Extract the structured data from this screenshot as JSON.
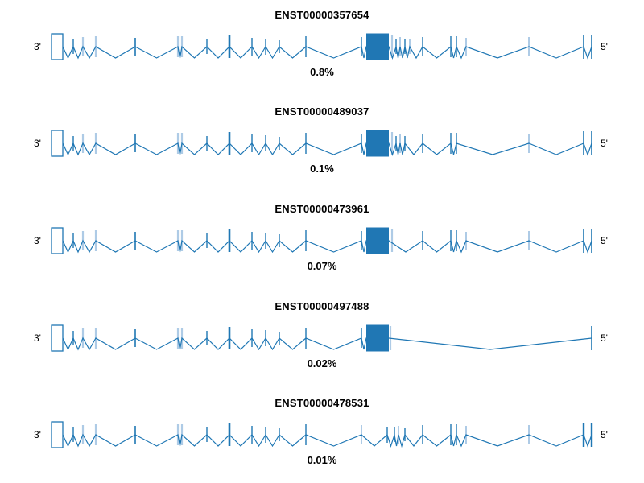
{
  "figure": {
    "background": "#ffffff"
  },
  "chart_data": {
    "type": "transcript-structure",
    "description": "Five gene transcript isoform diagrams drawn 3' to 5'; exons are vertical boxes/ticks joined by chevron (valley) intron lines; one large filled exon box; usage percentage under each isoform.",
    "gene_orientation": {
      "left": "3'",
      "right": "5'"
    },
    "colors": {
      "line": "#1f77b4",
      "exon_dark": "#1f77b4",
      "exon_fill": "#2077b4",
      "exon_light": "#aecbe6",
      "open_box_fill": "#ffffff",
      "text": "#000000"
    },
    "layout": {
      "row_centers": [
        58,
        178,
        299,
        420,
        540
      ],
      "diagram_x_range": [
        64,
        740
      ],
      "valley_depth": 14,
      "line_width": 1.2,
      "legend_note": "exon tuple = [center_x, width, height, style, anchor]"
    },
    "transcripts": [
      {
        "id": "ENST00000357654",
        "percent": "0.8%",
        "exons": [
          [
            71,
            14,
            32,
            "open",
            1
          ],
          [
            91,
            1.4,
            18,
            "dark",
            1
          ],
          [
            103,
            2.2,
            24,
            "light",
            1
          ],
          [
            119,
            2.2,
            26,
            "light",
            1
          ],
          [
            168,
            1.6,
            22,
            "dark",
            1
          ],
          [
            221,
            2.2,
            26,
            "light",
            1
          ],
          [
            226,
            2.2,
            26,
            "light",
            1
          ],
          [
            257,
            1.4,
            18,
            "dark",
            1
          ],
          [
            285,
            2.6,
            28,
            "dark",
            1
          ],
          [
            313,
            1.4,
            22,
            "dark",
            1
          ],
          [
            330,
            1.4,
            20,
            "dark",
            1
          ],
          [
            347,
            1.4,
            16,
            "dark",
            1
          ],
          [
            380,
            1.4,
            26,
            "dark",
            1
          ],
          [
            449,
            1.4,
            24,
            "dark",
            1
          ],
          [
            469,
            28,
            33,
            "fill",
            1
          ],
          [
            487,
            2.2,
            28,
            "light",
            0
          ],
          [
            492,
            1.4,
            18,
            "dark",
            1
          ],
          [
            497,
            2,
            24,
            "light",
            1
          ],
          [
            503,
            1.4,
            18,
            "dark",
            1
          ],
          [
            509,
            2,
            18,
            "light",
            1
          ],
          [
            525,
            1.4,
            24,
            "dark",
            1
          ],
          [
            560,
            1.4,
            26,
            "dark",
            1
          ],
          [
            567,
            1.4,
            26,
            "dark",
            1
          ],
          [
            579,
            2,
            22,
            "light",
            1
          ],
          [
            657,
            2,
            24,
            "light",
            1
          ],
          [
            725,
            1.6,
            30,
            "dark",
            1
          ],
          [
            735,
            1.6,
            30,
            "dark",
            1
          ]
        ]
      },
      {
        "id": "ENST00000489037",
        "percent": "0.1%",
        "exons": [
          [
            71,
            14,
            32,
            "open",
            1
          ],
          [
            91,
            1.4,
            18,
            "dark",
            1
          ],
          [
            103,
            2.2,
            24,
            "light",
            1
          ],
          [
            119,
            2.2,
            26,
            "light",
            1
          ],
          [
            168,
            1.6,
            22,
            "dark",
            1
          ],
          [
            221,
            2.2,
            26,
            "light",
            1
          ],
          [
            226,
            2.2,
            26,
            "light",
            1
          ],
          [
            257,
            1.4,
            18,
            "dark",
            1
          ],
          [
            285,
            2.6,
            28,
            "dark",
            1
          ],
          [
            313,
            1.4,
            22,
            "dark",
            1
          ],
          [
            330,
            1.4,
            20,
            "dark",
            1
          ],
          [
            347,
            1.4,
            16,
            "dark",
            1
          ],
          [
            380,
            1.4,
            26,
            "dark",
            1
          ],
          [
            449,
            1.4,
            24,
            "dark",
            1
          ],
          [
            469,
            28,
            33,
            "fill",
            1
          ],
          [
            487,
            2.2,
            28,
            "light",
            0
          ],
          [
            492,
            1.4,
            18,
            "dark",
            1
          ],
          [
            497,
            2,
            24,
            "light",
            1
          ],
          [
            503,
            1.4,
            18,
            "dark",
            1
          ],
          [
            525,
            1.4,
            24,
            "dark",
            1
          ],
          [
            560,
            1.4,
            26,
            "dark",
            1
          ],
          [
            567,
            1.4,
            26,
            "dark",
            1
          ],
          [
            657,
            2,
            24,
            "light",
            1
          ],
          [
            725,
            1.6,
            30,
            "dark",
            1
          ],
          [
            735,
            1.6,
            30,
            "dark",
            1
          ]
        ]
      },
      {
        "id": "ENST00000473961",
        "percent": "0.07%",
        "exons": [
          [
            71,
            14,
            32,
            "open",
            1
          ],
          [
            91,
            1.4,
            18,
            "dark",
            1
          ],
          [
            103,
            2.2,
            24,
            "light",
            1
          ],
          [
            119,
            2.2,
            26,
            "light",
            1
          ],
          [
            168,
            1.6,
            22,
            "dark",
            1
          ],
          [
            221,
            2.2,
            26,
            "light",
            1
          ],
          [
            226,
            2.2,
            26,
            "light",
            1
          ],
          [
            257,
            1.4,
            18,
            "dark",
            1
          ],
          [
            285,
            2.6,
            28,
            "dark",
            1
          ],
          [
            313,
            1.4,
            22,
            "dark",
            1
          ],
          [
            330,
            1.4,
            20,
            "dark",
            1
          ],
          [
            347,
            1.4,
            16,
            "dark",
            1
          ],
          [
            380,
            1.4,
            26,
            "dark",
            1
          ],
          [
            449,
            1.4,
            24,
            "dark",
            1
          ],
          [
            469,
            28,
            33,
            "fill",
            1
          ],
          [
            487,
            2.2,
            28,
            "light",
            0
          ],
          [
            525,
            1.4,
            24,
            "dark",
            1
          ],
          [
            560,
            1.4,
            26,
            "dark",
            1
          ],
          [
            567,
            1.4,
            26,
            "dark",
            1
          ],
          [
            579,
            2,
            22,
            "light",
            1
          ],
          [
            657,
            2,
            24,
            "light",
            1
          ],
          [
            725,
            1.6,
            30,
            "dark",
            1
          ],
          [
            735,
            1.6,
            30,
            "dark",
            1
          ]
        ]
      },
      {
        "id": "ENST00000497488",
        "percent": "0.02%",
        "exons": [
          [
            71,
            14,
            32,
            "open",
            1
          ],
          [
            91,
            1.4,
            18,
            "dark",
            1
          ],
          [
            103,
            2.2,
            24,
            "light",
            1
          ],
          [
            119,
            2.2,
            26,
            "light",
            1
          ],
          [
            168,
            1.6,
            22,
            "dark",
            1
          ],
          [
            221,
            2.2,
            26,
            "light",
            1
          ],
          [
            226,
            2.2,
            26,
            "light",
            1
          ],
          [
            257,
            1.4,
            18,
            "dark",
            1
          ],
          [
            285,
            2.6,
            28,
            "dark",
            1
          ],
          [
            313,
            1.4,
            22,
            "dark",
            1
          ],
          [
            330,
            1.4,
            20,
            "dark",
            1
          ],
          [
            347,
            1.4,
            16,
            "dark",
            1
          ],
          [
            380,
            1.4,
            26,
            "dark",
            1
          ],
          [
            449,
            1.4,
            24,
            "dark",
            1
          ],
          [
            469,
            28,
            33,
            "fill",
            1
          ],
          [
            485,
            2.2,
            30,
            "light",
            0
          ],
          [
            735,
            1.6,
            30,
            "dark",
            1
          ]
        ]
      },
      {
        "id": "ENST00000478531",
        "percent": "0.01%",
        "exons": [
          [
            71,
            14,
            32,
            "open",
            1
          ],
          [
            91,
            1.4,
            18,
            "dark",
            1
          ],
          [
            103,
            2.2,
            24,
            "light",
            1
          ],
          [
            119,
            2.2,
            26,
            "light",
            1
          ],
          [
            168,
            1.6,
            22,
            "dark",
            1
          ],
          [
            221,
            2.2,
            26,
            "light",
            1
          ],
          [
            226,
            2.2,
            26,
            "light",
            1
          ],
          [
            257,
            1.4,
            18,
            "dark",
            1
          ],
          [
            285,
            2.6,
            28,
            "dark",
            1
          ],
          [
            313,
            1.4,
            22,
            "dark",
            1
          ],
          [
            330,
            1.4,
            20,
            "dark",
            1
          ],
          [
            347,
            1.4,
            16,
            "dark",
            1
          ],
          [
            380,
            1.4,
            26,
            "dark",
            1
          ],
          [
            449,
            2,
            24,
            "light",
            1
          ],
          [
            481,
            1.4,
            20,
            "dark",
            1
          ],
          [
            490,
            1.4,
            18,
            "dark",
            1
          ],
          [
            495,
            2,
            22,
            "light",
            1
          ],
          [
            503,
            1.4,
            16,
            "dark",
            1
          ],
          [
            525,
            1.4,
            24,
            "dark",
            1
          ],
          [
            560,
            1.4,
            26,
            "dark",
            1
          ],
          [
            567,
            1.4,
            26,
            "dark",
            1
          ],
          [
            579,
            2,
            22,
            "light",
            1
          ],
          [
            657,
            2,
            24,
            "light",
            1
          ],
          [
            725,
            2.4,
            30,
            "dark",
            1
          ],
          [
            735,
            2.4,
            30,
            "dark",
            1
          ]
        ]
      }
    ]
  }
}
